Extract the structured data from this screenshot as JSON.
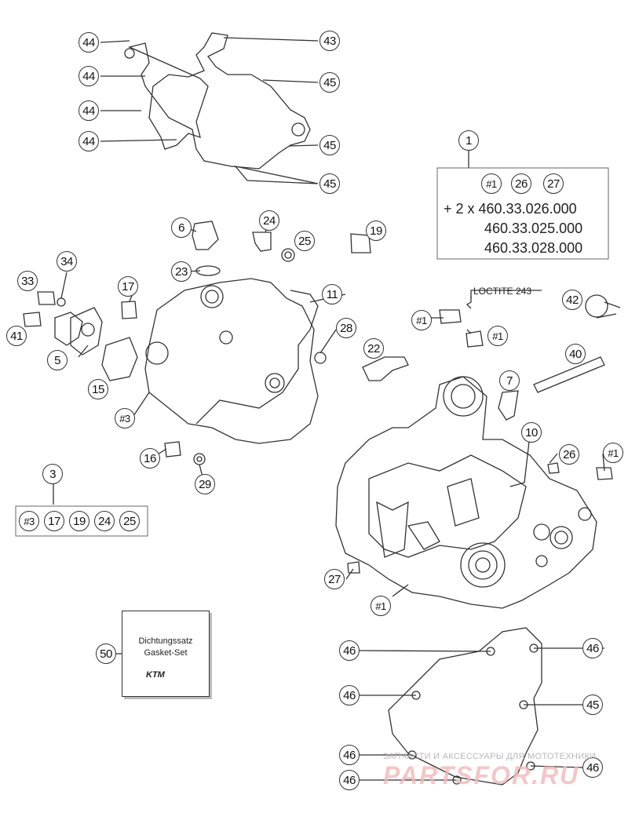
{
  "callouts": [
    {
      "label": "44"
    },
    {
      "label": "44"
    },
    {
      "label": "44"
    },
    {
      "label": "44"
    },
    {
      "label": "43"
    },
    {
      "label": "45"
    },
    {
      "label": "45"
    },
    {
      "label": "45"
    },
    {
      "label": "1"
    },
    {
      "label": "6"
    },
    {
      "label": "24"
    },
    {
      "label": "25"
    },
    {
      "label": "19"
    },
    {
      "label": "23"
    },
    {
      "label": "34"
    },
    {
      "label": "33"
    },
    {
      "label": "17"
    },
    {
      "label": "11"
    },
    {
      "label": "41"
    },
    {
      "label": "28"
    },
    {
      "label": "5"
    },
    {
      "label": "22"
    },
    {
      "label": "15"
    },
    {
      "label": "#3"
    },
    {
      "label": "16"
    },
    {
      "label": "29"
    },
    {
      "label": "3"
    },
    {
      "label": "42"
    },
    {
      "label": "#1"
    },
    {
      "label": "#1"
    },
    {
      "label": "40"
    },
    {
      "label": "7"
    },
    {
      "label": "10"
    },
    {
      "label": "26"
    },
    {
      "label": "#1"
    },
    {
      "label": "27"
    },
    {
      "label": "#1"
    },
    {
      "label": "50"
    },
    {
      "label": "46"
    },
    {
      "label": "46"
    },
    {
      "label": "46"
    },
    {
      "label": "45"
    },
    {
      "label": "46"
    },
    {
      "label": "46"
    },
    {
      "label": "46"
    }
  ],
  "set_box_1": {
    "items": [
      "#1",
      "26",
      "27"
    ],
    "lines": [
      "+ 2 x 460.33.026.000",
      "460.33.025.000",
      "460.33.028.000"
    ]
  },
  "set_box_3": {
    "items": [
      "#3",
      "17",
      "19",
      "24",
      "25"
    ]
  },
  "loctite_label": "LOCTITE 243",
  "gasket_kit": {
    "line1": "Dichtungssatz",
    "line2": "Gasket-Set",
    "logo": "KTM"
  },
  "watermark": {
    "line1": "ЗАПЧАСТИ И АКСЕССУАРЫ ДЛЯ МОТОТЕХНИКИ",
    "line2": "PARTSFOR.RU"
  }
}
